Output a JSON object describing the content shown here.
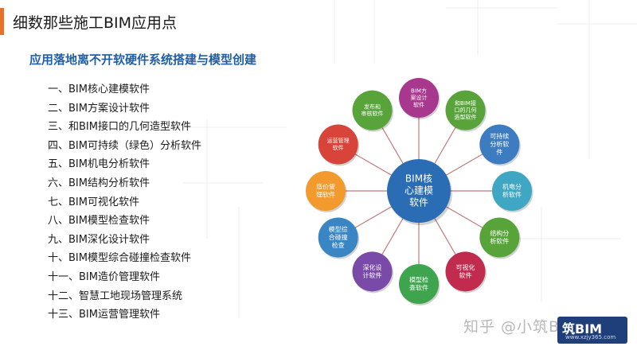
{
  "header": {
    "title": "细数那些施工BIM应用点"
  },
  "subtitle": "应用落地离不开软硬件系统搭建与模型创建",
  "list_items": [
    "一、BIM核心建模软件",
    "二、BIM方案设计软件",
    "三、和BIM接口的几何造型软件",
    "四、BIM可持续（绿色）分析软件",
    "五、BIM机电分析软件",
    "六、BIM结构分析软件",
    "七、BIM可视化软件",
    "八、BIM模型检查软件",
    "九、BIM深化设计软件",
    "十、BIM模型综合碰撞检查软件",
    "十一、BIM造价管理软件",
    "十二、智慧工地现场管理系统",
    "十三、BIM运营管理软件"
  ],
  "diagram": {
    "center": {
      "lines": [
        "BIM核",
        "心建模",
        "软件"
      ],
      "color": "#2a6db5"
    },
    "nodes": [
      {
        "lines": [
          "BIM方",
          "案设计",
          "软件"
        ],
        "color": "#a8378e"
      },
      {
        "lines": [
          "和BIM接",
          "口的几何",
          "造型软件"
        ],
        "color": "#58a43a"
      },
      {
        "lines": [
          "可持续",
          "分析软",
          "件"
        ],
        "color": "#3e7cc2"
      },
      {
        "lines": [
          "机电分",
          "析软件"
        ],
        "color": "#3fa6c4"
      },
      {
        "lines": [
          "结构分",
          "析软件"
        ],
        "color": "#58a43a"
      },
      {
        "lines": [
          "可视化",
          "软件"
        ],
        "color": "#c12b4e"
      },
      {
        "lines": [
          "模型检",
          "查软件"
        ],
        "color": "#3fa44e"
      },
      {
        "lines": [
          "深化设",
          "计软件"
        ],
        "color": "#7a4aa8"
      },
      {
        "lines": [
          "模型综",
          "合碰撞",
          "检查"
        ],
        "color": "#3a86c4"
      },
      {
        "lines": [
          "造价管",
          "理软件"
        ],
        "color": "#f29a2e"
      },
      {
        "lines": [
          "运营管理",
          "软件"
        ],
        "color": "#d8433a"
      },
      {
        "lines": [
          "发布和",
          "审核软件"
        ],
        "color": "#58a43a"
      }
    ],
    "connector_color": "#c07a7a"
  },
  "watermark": "知乎 @小筑BIM",
  "logo": {
    "main": "筑BIM",
    "sub": "www.xzjy365.com"
  }
}
